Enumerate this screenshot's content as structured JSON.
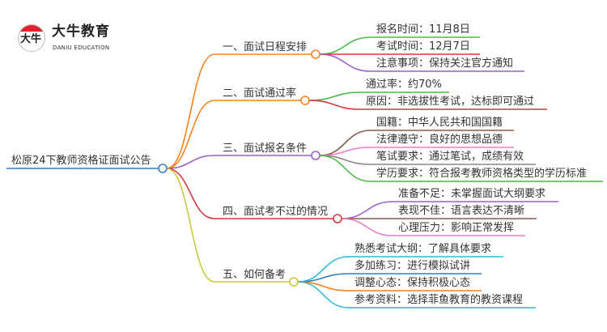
{
  "logo": {
    "name": "大牛教育",
    "en": "DANIU EDUCATION",
    "glyph": "大牛"
  },
  "root": {
    "label": "松原24下教师资格证面试公告",
    "color": "#2f7fc1"
  },
  "branches": [
    {
      "label": "一、面试日程安排",
      "color": "#f5821f",
      "children": [
        {
          "label": "报名时间：11月8日",
          "color": "#4cb848"
        },
        {
          "label": "考试时间：12月7日",
          "color": "#d9363e"
        },
        {
          "label": "注意事项：保持关注官方通知",
          "color": "#9a5fc9"
        }
      ]
    },
    {
      "label": "二、面试通过率",
      "color": "#f5821f",
      "children": [
        {
          "label": "通过率：约70%",
          "color": "#4cb848"
        },
        {
          "label": "原因：非选拔性考试，达标即可通过",
          "color": "#d9363e"
        }
      ]
    },
    {
      "label": "三、面试报名条件",
      "color": "#9a5fc9",
      "children": [
        {
          "label": "国籍：中华人民共和国国籍",
          "color": "#8b5a4a"
        },
        {
          "label": "法律遵守：良好的思想品德",
          "color": "#e67fc9"
        },
        {
          "label": "笔试要求：通过笔试，成绩有效",
          "color": "#888888"
        },
        {
          "label": "学历要求：符合报考教师资格类型的学历标准",
          "color": "#4cb848"
        }
      ]
    },
    {
      "label": "四、面试考不过的情况",
      "color": "#d9363e",
      "children": [
        {
          "label": "准备不足：未掌握面试大纲要求",
          "color": "#9a5fc9"
        },
        {
          "label": "表现不佳：语言表达不清晰",
          "color": "#8b5a4a"
        },
        {
          "label": "心理压力：影响正常发挥",
          "color": "#e67fc9"
        }
      ]
    },
    {
      "label": "五、如何备考",
      "color": "#c8c83c",
      "children": [
        {
          "label": "熟悉考试大纲：了解具体要求",
          "color": "#2bbcd4"
        },
        {
          "label": "多加练习：进行模拟试讲",
          "color": "#2f7fc1"
        },
        {
          "label": "调整心态：保持积极心态",
          "color": "#f5821f"
        },
        {
          "label": "参考资料：选择菲鱼教育的教资课程",
          "color": "#2bbcd4"
        }
      ]
    }
  ]
}
